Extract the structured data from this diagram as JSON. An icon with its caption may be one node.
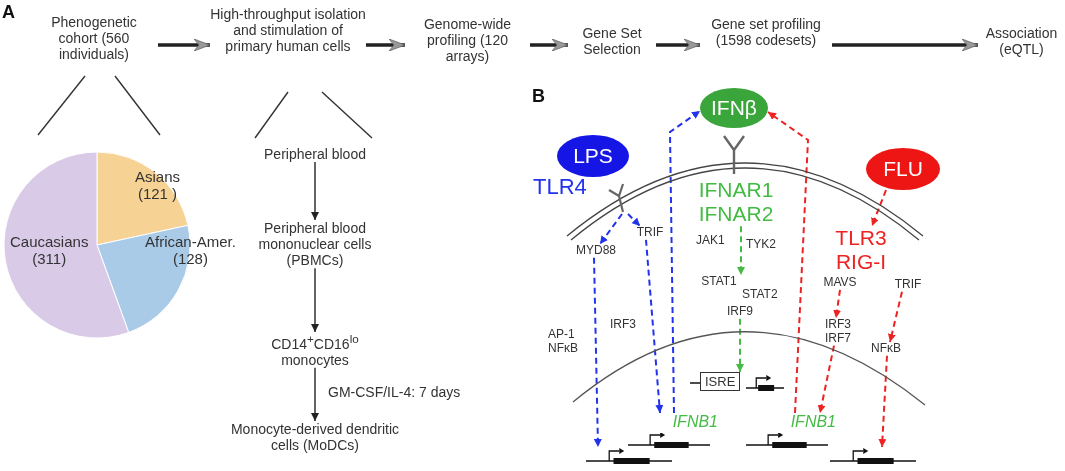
{
  "diagram": {
    "nodes": [
      {
        "text": [
          "Phenogenetic cohort (560 individuals)"
        ]
      },
      {
        "text": [
          "High-throughput isolation and stimulation of primary human cells"
        ]
      },
      {
        "text": [
          "Genome-wide profiling (120 arrays)"
        ]
      },
      {
        "text": [
          "Gene Set Selection"
        ]
      },
      {
        "text": [
          "Gene set profiling (1598 codesets)"
        ]
      },
      {
        "text": [
          "Association (eQTL)"
        ]
      },
      {
        "text": [
          "Peripheral blood"
        ]
      },
      {
        "text": [
          "Peripheral blood mononuclear cells (PBMCs)"
        ]
      },
      {
        "text": [
          "CD14$^{+}$CD16$^{lo}$ monocytes"
        ]
      },
      {
        "text": [
          "Monocyte-derived dendritic cells (MoDCs)"
        ]
      },
      {
        "text": [
          "IFNβ"
        ]
      },
      {
        "text": [
          "LPS"
        ]
      },
      {
        "text": [
          "FLU"
        ]
      },
      {
        "text": [
          "TLR4"
        ]
      },
      {
        "text": [
          "IFNAR1 IFNAR2"
        ]
      },
      {
        "text": [
          "TLR3 RIG-I"
        ]
      },
      {
        "text": [
          "MYD88"
        ]
      },
      {
        "text": [
          "TRIF"
        ]
      },
      {
        "text": [
          "STAT1"
        ]
      },
      {
        "text": [
          "IRF9"
        ]
      },
      {
        "text": [
          "MAVS"
        ]
      },
      {
        "text": [
          "TRIF"
        ]
      },
      {
        "text": [
          "IRF3 IRF7"
        ]
      },
      {
        "text": [
          "NFκB"
        ]
      },
      {
        "text": [
          "ISRE"
        ]
      },
      {
        "text": [
          "IFNB1"
        ]
      },
      {
        "text": [
          "IFNB1"
        ]
      },
      {
        "text": [],
        "shape": "bar"
      },
      {
        "text": [],
        "shape": "bar"
      }
    ],
    "edges": [
      {
        "from": 0,
        "to": 1,
        "arrow": "to",
        "style": "thick"
      },
      {
        "from": 1,
        "to": 2,
        "arrow": "to",
        "style": "thick"
      },
      {
        "from": 2,
        "to": 3,
        "arrow": "to",
        "style": "thick"
      },
      {
        "from": 3,
        "to": 4,
        "arrow": "to",
        "style": "thick"
      },
      {
        "from": 4,
        "to": 5,
        "arrow": "to",
        "style": "thick"
      },
      {
        "from": 6,
        "to": 7,
        "arrow": "to"
      },
      {
        "from": 7,
        "to": 8,
        "arrow": "to"
      },
      {
        "from": 8,
        "to": 9,
        "arrow": "to",
        "label": "GM-CSF/IL-4: 7 days"
      },
      {
        "from": 13,
        "to": 16,
        "arrow": "to",
        "style": "dashed",
        "color": "#2233ee"
      },
      {
        "from": 16,
        "to": 27,
        "arrow": "to",
        "style": "dashed",
        "color": "#2233ee"
      },
      {
        "from": 13,
        "to": 17,
        "arrow": "to",
        "style": "dashed",
        "color": "#2233ee"
      },
      {
        "from": 17,
        "to": 25,
        "arrow": "to",
        "style": "dashed",
        "color": "#2233ee"
      },
      {
        "from": 25,
        "to": 10,
        "arrow": "to",
        "style": "dashed",
        "color": "#2233ee"
      },
      {
        "from": 14,
        "to": 18,
        "arrow": "to",
        "style": "dashed",
        "color": "#44bb44"
      },
      {
        "from": 19,
        "to": 24,
        "arrow": "to",
        "style": "dashed",
        "color": "#44bb44"
      },
      {
        "from": 12,
        "to": 15,
        "arrow": "to",
        "style": "dashed",
        "color": "#ee2222"
      },
      {
        "from": 20,
        "to": 22,
        "arrow": "to",
        "style": "dashed",
        "color": "#ee2222"
      },
      {
        "from": 22,
        "to": 26,
        "arrow": "to",
        "style": "dashed",
        "color": "#ee2222"
      },
      {
        "from": 21,
        "to": 23,
        "arrow": "to",
        "style": "dashed",
        "color": "#ee2222"
      },
      {
        "from": 23,
        "to": 28,
        "arrow": "to",
        "style": "dashed",
        "color": "#ee2222"
      },
      {
        "from": 26,
        "to": 10,
        "arrow": "to",
        "style": "dashed",
        "color": "#ee2222"
      }
    ],
    "labels": [
      "A",
      "B",
      "JAK1",
      "TYK2",
      "STAT2",
      "AP-1 NFκB",
      "IRF3"
    ],
    "chart_data": {
      "type": "pie",
      "categories": [
        "Asians",
        "African-Amer.",
        "Caucasians"
      ],
      "values": [
        121,
        128,
        311
      ],
      "value_labels": [
        "(121 )",
        "(128)",
        "(311)"
      ]
    }
  }
}
